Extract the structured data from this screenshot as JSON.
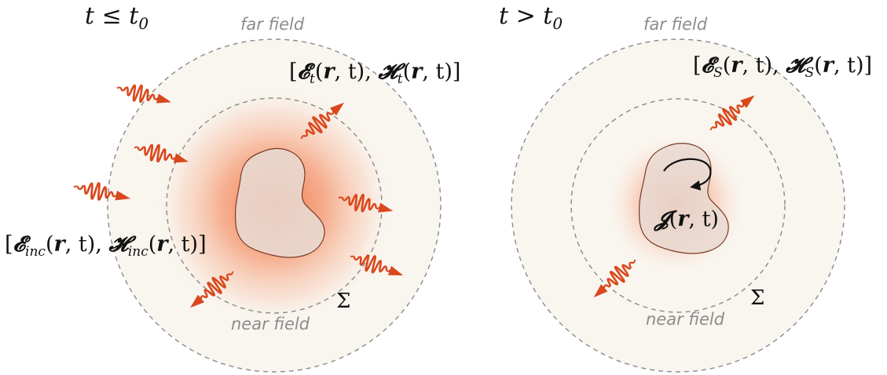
{
  "left_panel": {
    "time_main": "t ≤ t",
    "time_sub": "0",
    "far_field": "far field",
    "near_field": "near field",
    "sigma": "Σ",
    "total_field": {
      "open": "[",
      "E": "𝓔",
      "E_sub": "t",
      "args1": "(",
      "r": "r",
      "mid": ", t), ",
      "H": "𝓗",
      "H_sub": "t",
      "args2": "(",
      "r2": "r",
      "close": ", t)]"
    },
    "incident_field": {
      "open": "[",
      "E": "𝓔",
      "E_sub": "inc",
      "args1": "(",
      "r": "r",
      "mid": ", t), ",
      "H": "𝓗",
      "H_sub": "inc",
      "args2": "(",
      "r2": "r",
      "close": ", t)]"
    }
  },
  "right_panel": {
    "time_main": "t > t",
    "time_sub": "0",
    "far_field": "far field",
    "near_field": "near field",
    "sigma": "Σ",
    "scattered_field": {
      "open": "[",
      "E": "𝓔",
      "E_sub": "S",
      "args1": "(",
      "r": "r",
      "mid": ", t), ",
      "H": "𝓗",
      "H_sub": "S",
      "args2": "(",
      "r2": "r",
      "close": ", t)]"
    },
    "current": {
      "J": "𝓙",
      "open": "(",
      "r": "r",
      "close": ", t)"
    }
  },
  "colors": {
    "wave": "#d9481c",
    "glow": "#f26b38",
    "scatterer_fill": "#e8d9d2",
    "far_zone_fill": "#f9f6f0",
    "dashed_circle": "#8a8a8a"
  }
}
